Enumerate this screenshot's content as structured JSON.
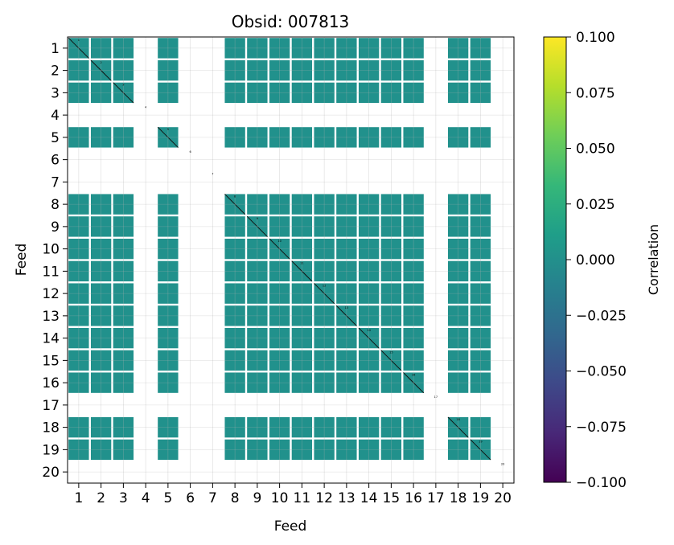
{
  "chart_data": {
    "type": "heatmap",
    "title": "Obsid: 007813",
    "xlabel": "Feed",
    "ylabel": "Feed",
    "feeds": [
      1,
      2,
      3,
      4,
      5,
      6,
      7,
      8,
      9,
      10,
      11,
      12,
      13,
      14,
      15,
      16,
      17,
      18,
      19,
      20
    ],
    "active_feeds": [
      1,
      2,
      3,
      5,
      8,
      9,
      10,
      11,
      12,
      13,
      14,
      15,
      16,
      18,
      19
    ],
    "empty_feeds": [
      4,
      6,
      7,
      17,
      20
    ],
    "cell_value": 0.0,
    "grid": true,
    "colorbar": {
      "label": "Correlation",
      "colormap": "viridis",
      "min": -0.1,
      "max": 0.1,
      "ticks": [
        "0.100",
        "0.075",
        "0.050",
        "0.025",
        "0.000",
        "−0.025",
        "−0.050",
        "−0.075",
        "−0.100"
      ]
    },
    "colors": {
      "cell": "#21918c",
      "viridis": [
        "#440154",
        "#482878",
        "#3e4989",
        "#31688e",
        "#26828e",
        "#1f9e89",
        "#35b779",
        "#6ece58",
        "#b5de2b",
        "#fde725"
      ]
    }
  }
}
